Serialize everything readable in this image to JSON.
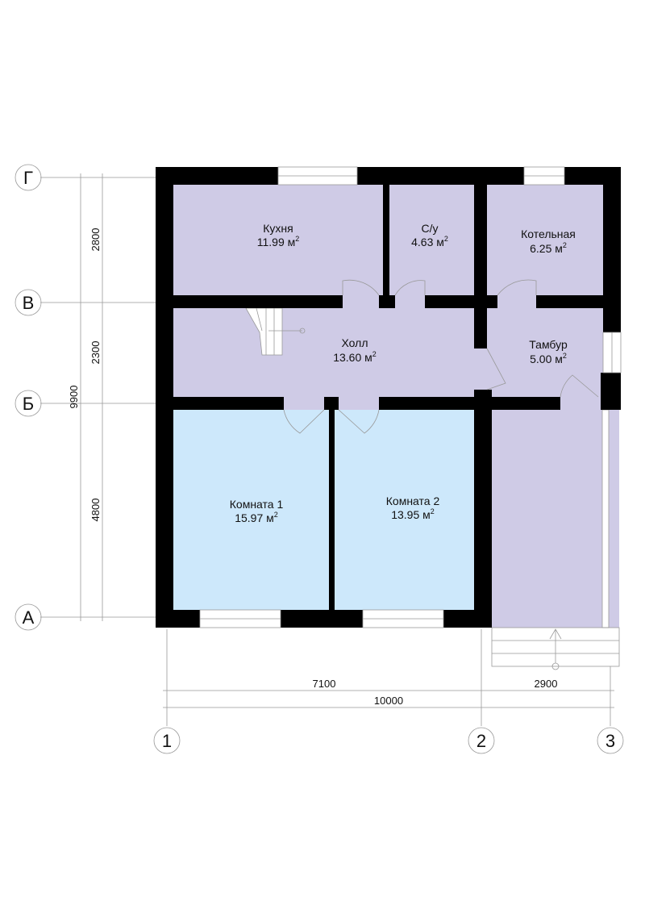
{
  "rooms": {
    "kitchen": {
      "name": "Кухня",
      "area": "11.99 м",
      "sup": "2"
    },
    "wc": {
      "name": "С/у",
      "area": "4.63 м",
      "sup": "2"
    },
    "boiler": {
      "name": "Котельная",
      "area": "6.25 м",
      "sup": "2"
    },
    "hall": {
      "name": "Холл",
      "area": "13.60 м",
      "sup": "2"
    },
    "vestibule": {
      "name": "Тамбур",
      "area": "5.00 м",
      "sup": "2"
    },
    "room1": {
      "name": "Комната 1",
      "area": "15.97 м",
      "sup": "2"
    },
    "room2": {
      "name": "Комната 2",
      "area": "13.95 м",
      "sup": "2"
    }
  },
  "axes": {
    "rows": [
      "Г",
      "В",
      "Б",
      "А"
    ],
    "cols": [
      "1",
      "2",
      "3"
    ]
  },
  "dimensions": {
    "total_vertical": "9900",
    "rows": [
      "2800",
      "2300",
      "4800"
    ],
    "cols": [
      "7100",
      "2900"
    ],
    "total_horizontal": "10000"
  },
  "colors": {
    "room": "#cfcbe6",
    "bedroom": "#cde8fb",
    "wall": "#000000"
  }
}
